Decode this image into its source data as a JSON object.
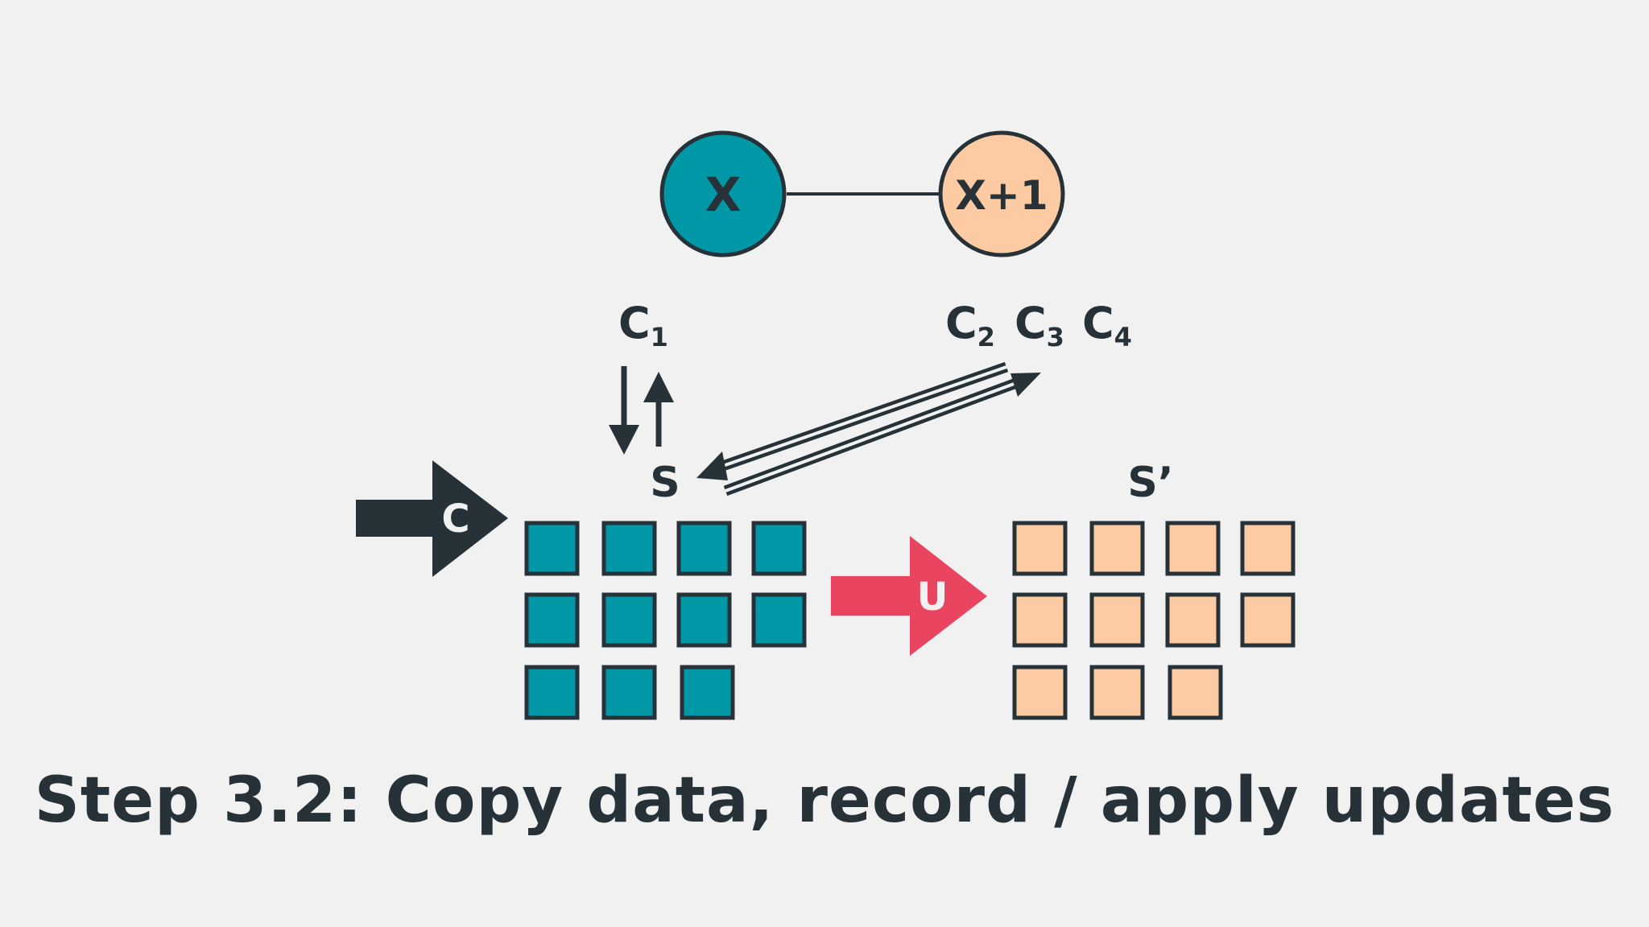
{
  "nodes": {
    "x": {
      "label": "X",
      "color": "#0097a7"
    },
    "x_plus_1": {
      "label": "X+1",
      "color": "#fccba4"
    }
  },
  "clients": {
    "c1": {
      "letter": "C",
      "sub": "1"
    },
    "c2": {
      "letter": "C",
      "sub": "2"
    },
    "c3": {
      "letter": "C",
      "sub": "3"
    },
    "c4": {
      "letter": "C",
      "sub": "4"
    }
  },
  "source_label": "S",
  "target_label": "S’",
  "copy_arrow_label": "C",
  "update_arrow_label": "U",
  "colors": {
    "dark": "#263238",
    "teal": "#0097a7",
    "peach": "#fccba4",
    "red": "#e94560",
    "background": "#f1f1f2"
  },
  "grid_rows": [
    4,
    4,
    3
  ],
  "caption": "Step 3.2: Copy data, record / apply updates"
}
